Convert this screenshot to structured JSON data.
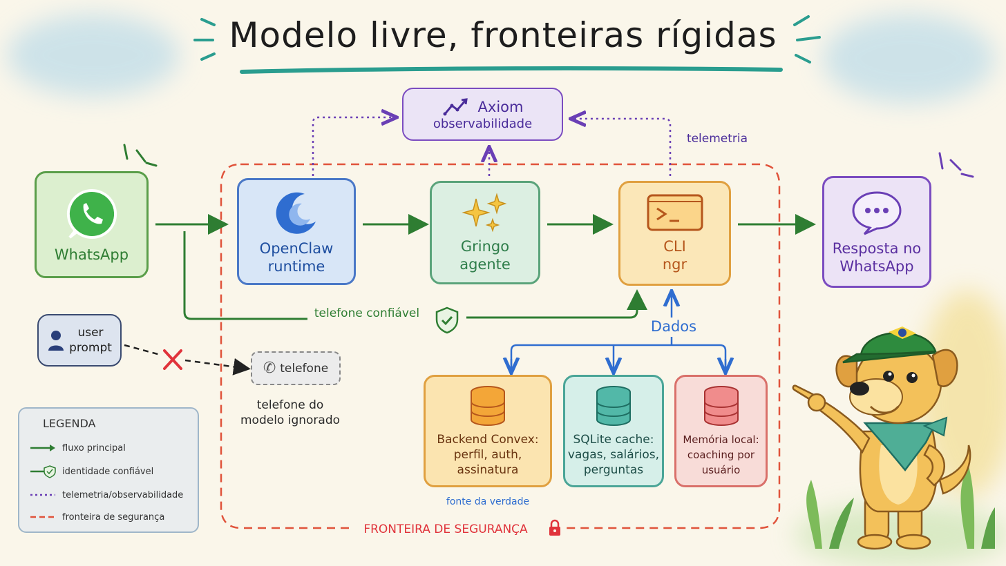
{
  "title": "Modelo livre, fronteiras rígidas",
  "nodes": {
    "whatsapp": "WhatsApp",
    "openclaw": [
      "OpenClaw",
      "runtime"
    ],
    "gringo": [
      "Gringo",
      "agente"
    ],
    "cli": [
      "CLI",
      "ngr"
    ],
    "resposta": [
      "Resposta no",
      "WhatsApp"
    ],
    "axiom": [
      "Axiom",
      "observabilidade"
    ],
    "user_prompt": [
      "user",
      "prompt"
    ],
    "telefone": "telefone",
    "backend": [
      "Backend Convex:",
      "perfil, auth,",
      "assinatura"
    ],
    "sqlite": [
      "SQLite cache:",
      "vagas, salários,",
      "perguntas"
    ],
    "memoria": [
      "Memória local:",
      "coaching por",
      "usuário"
    ]
  },
  "labels": {
    "telemetria": "telemetria",
    "telefone_confiavel": "telefone confiável",
    "dados": "Dados",
    "telefone_ignorado": [
      "telefone do",
      "modelo ignorado"
    ],
    "fonte_verdade": "fonte da verdade",
    "fronteira": "FRONTEIRA DE SEGURANÇA"
  },
  "legend": {
    "title": "LEGENDA",
    "items": [
      "fluxo principal",
      "identidade confiável",
      "telemetria/observabilidade",
      "fronteira de segurança"
    ]
  },
  "colors": {
    "green": "#2e7d32",
    "purple": "#6a3fb5",
    "red": "#e0533b",
    "blue": "#2f6dd0",
    "orange": "#e08a1c"
  }
}
